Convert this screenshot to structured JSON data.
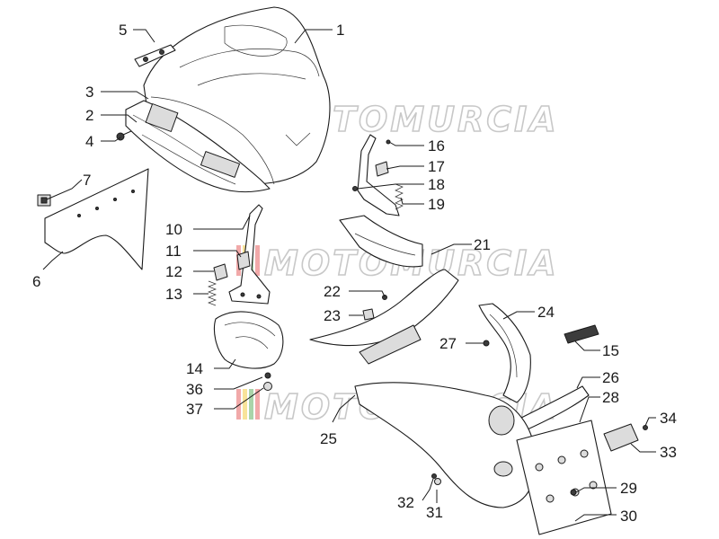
{
  "watermark": {
    "text": "MOTOMURCIA",
    "flag_colors": [
      "#e04040",
      "#f0c020",
      "#40a040",
      "#e04040"
    ]
  },
  "callouts": [
    {
      "id": "1",
      "label": "1"
    },
    {
      "id": "2",
      "label": "2"
    },
    {
      "id": "3",
      "label": "3"
    },
    {
      "id": "4",
      "label": "4"
    },
    {
      "id": "5",
      "label": "5"
    },
    {
      "id": "6",
      "label": "6"
    },
    {
      "id": "7",
      "label": "7"
    },
    {
      "id": "10",
      "label": "10"
    },
    {
      "id": "11",
      "label": "11"
    },
    {
      "id": "12",
      "label": "12"
    },
    {
      "id": "13",
      "label": "13"
    },
    {
      "id": "14",
      "label": "14"
    },
    {
      "id": "15",
      "label": "15"
    },
    {
      "id": "16",
      "label": "16"
    },
    {
      "id": "17",
      "label": "17"
    },
    {
      "id": "18",
      "label": "18"
    },
    {
      "id": "19",
      "label": "19"
    },
    {
      "id": "21",
      "label": "21"
    },
    {
      "id": "22",
      "label": "22"
    },
    {
      "id": "23",
      "label": "23"
    },
    {
      "id": "24",
      "label": "24"
    },
    {
      "id": "25",
      "label": "25"
    },
    {
      "id": "26",
      "label": "26"
    },
    {
      "id": "27",
      "label": "27"
    },
    {
      "id": "28",
      "label": "28"
    },
    {
      "id": "29",
      "label": "29"
    },
    {
      "id": "30",
      "label": "30"
    },
    {
      "id": "31",
      "label": "31"
    },
    {
      "id": "32",
      "label": "32"
    },
    {
      "id": "33",
      "label": "33"
    },
    {
      "id": "34",
      "label": "34"
    },
    {
      "id": "36",
      "label": "36"
    },
    {
      "id": "37",
      "label": "37"
    }
  ]
}
